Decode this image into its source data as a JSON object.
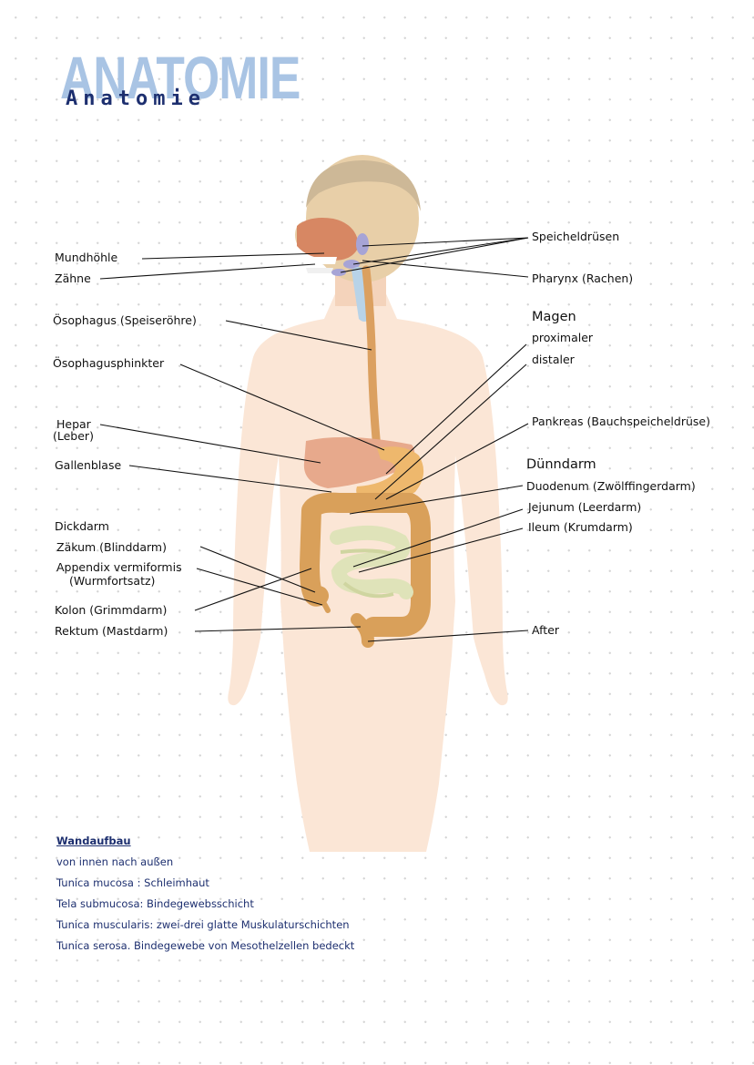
{
  "title": {
    "big": "ANATOMIE",
    "small": "Anatomie"
  },
  "labels": {
    "mundhoehle": "Mundhöhle",
    "zaehne": "Zähne",
    "oesophagus": "Ösophagus (Speiseröhre)",
    "sphinkter": "Ösophagusphinkter",
    "hepar": "Hepar",
    "leber": "(Leber)",
    "gallenblase": "Gallenblase",
    "dickdarm": "Dickdarm",
    "zaekum": "Zäkum   (Blinddarm)",
    "appendix": "Appendix vermiformis",
    "wurmfortsatz": "(Wurmfortsatz)",
    "kolon": "Kolon  (Grimmdarm)",
    "rektum": "Rektum   (Mastdarm)",
    "speicheldruesen": "Speicheldrüsen",
    "pharynx": "Pharynx (Rachen)",
    "magen": "Magen",
    "proximaler": "proximaler",
    "distaler": "distaler",
    "pankreas": "Pankreas (Bauchspeicheldrüse)",
    "duenndarm": "Dünndarm",
    "duodenum": "Duodenum (Zwölffingerdarm)",
    "jejunum": "Jejunum (Leerdarm)",
    "ileum": "Ileum   (Krumdarm)",
    "after": "After"
  },
  "notes": [
    "Wandaufbau",
    "von innen nach außen",
    "Tunica mucosa :  Schleimhaut",
    "Tela submucosa:  Bindegewebsschicht",
    "Tunica muscularis:  zwei-drei glatte Muskulaturschichten",
    "Tunica serosa.  Bindegewebe von Mesothelzellen bedeckt"
  ],
  "colors": {
    "title_big": "#a9c4e4",
    "title_small": "#1d2f6f",
    "notes": "#1d2f6f",
    "body": "#fbe6d6",
    "head": "#e8cfa8",
    "hair": "#cdb897",
    "liver": "#e7a98c",
    "stomach": "#eeb86d",
    "colon": "#d9a05a",
    "small_intestine": "#dfe3b9",
    "gallbladder": "#56a85b",
    "salivary": "#a7a4d6",
    "pharynx": "#b8d3e8"
  }
}
